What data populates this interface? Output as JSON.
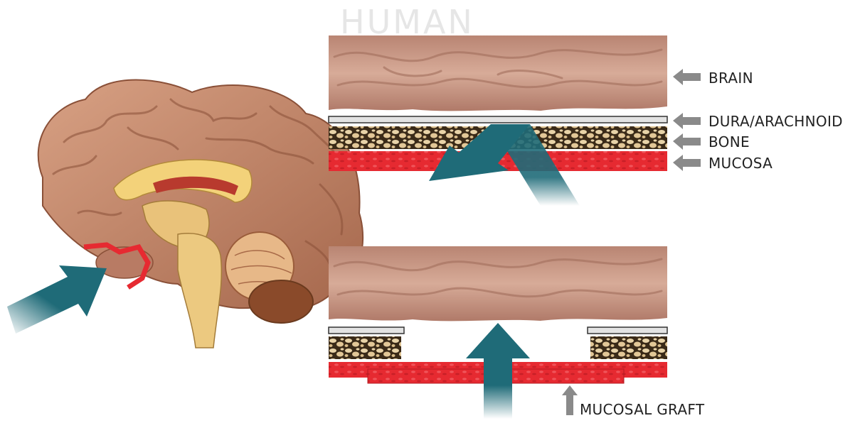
{
  "watermark": "HUMAN",
  "labels": {
    "brain": "BRAIN",
    "dura": "DURA/ARACHNOID",
    "bone": "BONE",
    "mucosa": "MUCOSA",
    "graft": "MUCOSAL GRAFT"
  },
  "colors": {
    "arrow_teal": "#1f6b78",
    "mucosa_red": "#e62a31",
    "label_arrow_gray": "#8a8a8a",
    "brain_tissue": "#c99a88"
  }
}
